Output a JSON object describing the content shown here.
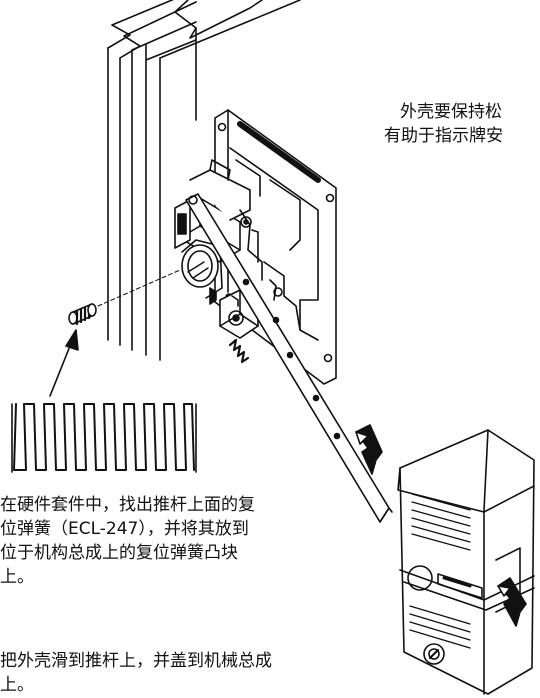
{
  "notes": {
    "housing_alignment": [
      "外壳要保持松",
      "有助于指示牌安"
    ],
    "spring_step": [
      "在硬件套件中，找出推杆上面的复",
      "位弹簧（ECL-247），并将其放到",
      "位于机构总成上的复位弹簧凸块",
      "上。"
    ],
    "housing_step": [
      "把外壳滑到推杆上，并盖到机械总成",
      "上。"
    ]
  }
}
